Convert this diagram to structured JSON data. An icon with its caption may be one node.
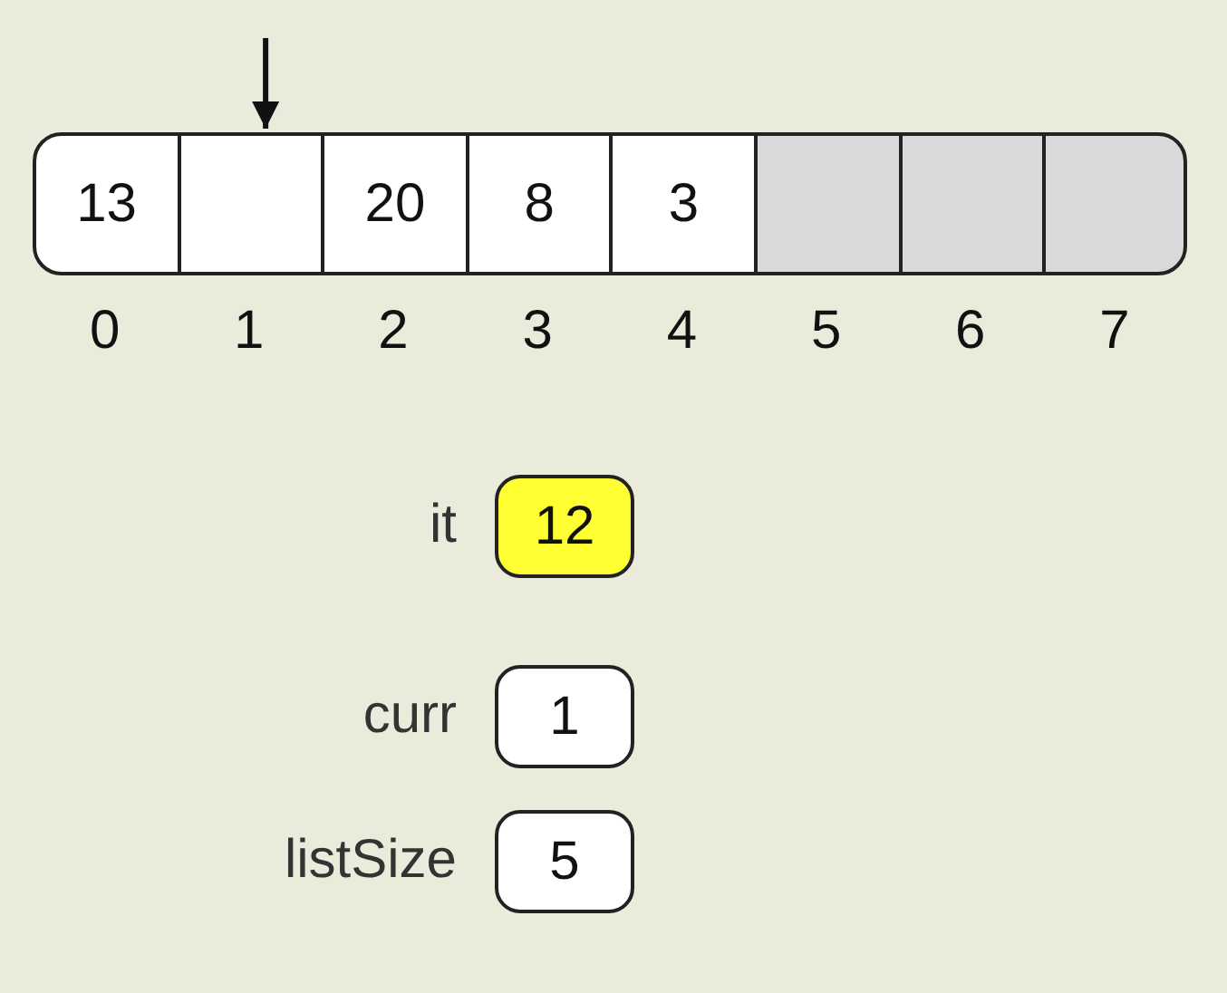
{
  "diagram": {
    "nodes": [
      {
        "text": [
          "13"
        ]
      },
      {
        "text": [],
        "shape": "box"
      },
      {
        "text": [
          "20"
        ]
      },
      {
        "text": [
          "8"
        ]
      },
      {
        "text": [
          "3"
        ]
      },
      {
        "text": [],
        "shape": "box"
      },
      {
        "text": [],
        "shape": "box"
      },
      {
        "text": [],
        "shape": "box"
      },
      {
        "text": [
          "12"
        ],
        "beside": [
          "it"
        ]
      },
      {
        "text": [
          "1"
        ],
        "beside": [
          "curr"
        ]
      },
      {
        "text": [
          "5"
        ],
        "beside": [
          "listSize"
        ]
      }
    ],
    "edges": [
      {
        "from": null,
        "to": 1,
        "arrow": "to"
      }
    ],
    "labels": [
      "0",
      "1",
      "2",
      "3",
      "4",
      "5",
      "6",
      "7"
    ]
  }
}
